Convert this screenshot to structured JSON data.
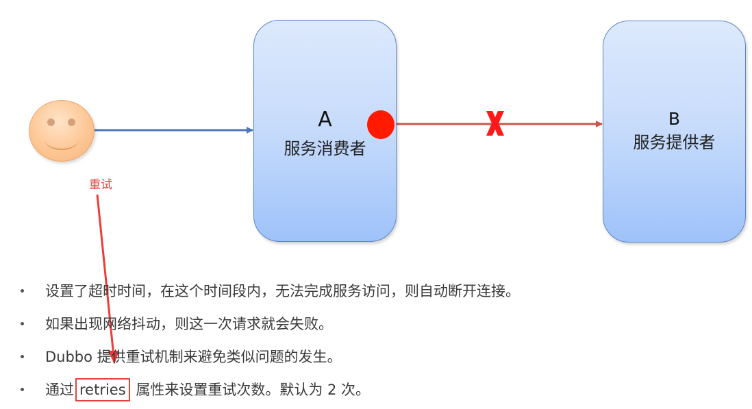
{
  "diagram": {
    "user": {
      "icon": "smiley-face-icon"
    },
    "consumer": {
      "letter": "A",
      "label": "服务消费者"
    },
    "provider": {
      "letter": "B",
      "label": "服务提供者"
    },
    "connections": [
      {
        "from": "user",
        "to": "consumer",
        "color": "#4a78b8",
        "style": "arrow"
      },
      {
        "from": "consumer",
        "to": "provider",
        "color": "#c9564b",
        "style": "arrow",
        "marker": "failed-x",
        "marker_color": "#ff1a1a"
      }
    ],
    "retry_point_color": "#ff1a00"
  },
  "annotation": {
    "label": "重试",
    "color": "#e83a3a",
    "points_to": "retries"
  },
  "bullets": [
    {
      "text": "设置了超时时间，在这个时间段内，无法完成服务访问，则自动断开连接。"
    },
    {
      "text": "如果出现网络抖动，则这一次请求就会失败。"
    },
    {
      "text": "Dubbo 提供重试机制来避免类似问题的发生。"
    },
    {
      "prefix": "通过",
      "highlight": "retries",
      "suffix": "属性来设置重试次数。默认为 2 次。"
    }
  ],
  "colors": {
    "box_border": "#5b86c4",
    "box_top": "#dde9fc",
    "box_bottom": "#9ec2fa",
    "highlight_border": "#e84040"
  }
}
